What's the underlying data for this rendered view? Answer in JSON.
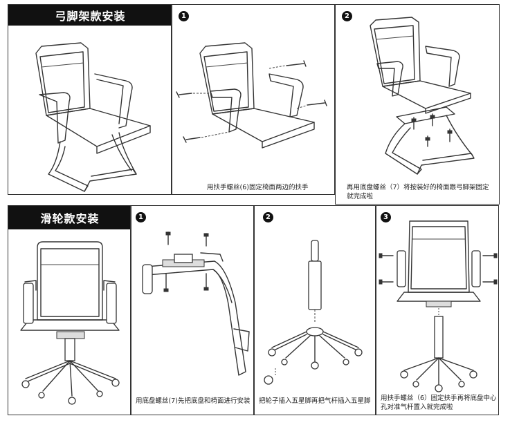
{
  "sections": {
    "bow": {
      "title": "弓脚架款安装"
    },
    "wheel": {
      "title": "滑轮款安装"
    }
  },
  "steps": {
    "bow_1": {
      "number": "1",
      "caption": "用扶手螺丝(6)固定椅面两边的扶手"
    },
    "bow_2": {
      "number": "2",
      "caption": "再用底盘螺丝（7）将按装好的椅面跟弓脚架固定\n就完成啦"
    },
    "wheel_1": {
      "number": "1",
      "caption": "用底盘螺丝(7)先把底盘和椅面进行安装"
    },
    "wheel_2": {
      "number": "2",
      "caption": "把轮子插入五星脚再把气杆插入五星脚"
    },
    "wheel_3": {
      "number": "3",
      "caption": "用扶手螺丝（6）固定扶手再将底盘中心\n孔对准气杆置入就完成啦"
    }
  },
  "colors": {
    "title_bg": "#111111",
    "line": "#333333"
  },
  "icons": [
    "bow-chair-illustration",
    "chair-arm-screws-illustration",
    "chair-base-screws-illustration",
    "swivel-chair-illustration",
    "seat-plate-illustration",
    "star-base-gas-lift-illustration",
    "swivel-assembly-illustration"
  ]
}
